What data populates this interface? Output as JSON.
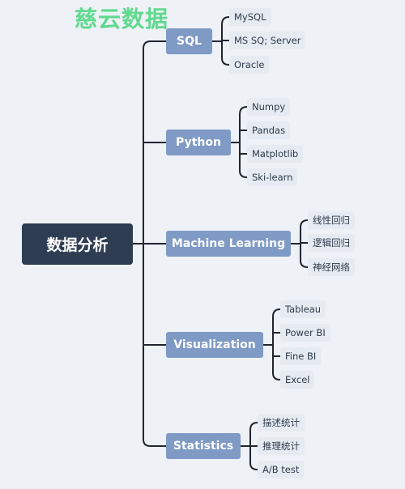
{
  "watermark": "慈云数据",
  "root": {
    "label": "数据分析"
  },
  "branches": [
    {
      "label": "SQL",
      "leaves": [
        "MySQL",
        "MS SQ; Server",
        "Oracle"
      ]
    },
    {
      "label": "Python",
      "leaves": [
        "Numpy",
        "Pandas",
        "Matplotlib",
        "Ski-learn"
      ]
    },
    {
      "label": "Machine Learning",
      "leaves": [
        "线性回归",
        "逻辑回归",
        "神经网络"
      ]
    },
    {
      "label": "Visualization",
      "leaves": [
        "Tableau",
        "Power BI",
        "Fine BI",
        "Excel"
      ]
    },
    {
      "label": "Statistics",
      "leaves": [
        "描述统计",
        "推理统计",
        "A/B test"
      ]
    }
  ],
  "colors": {
    "root": "#2e3d52",
    "branch": "#7f9ac4",
    "leaf": "#e6ebf2",
    "line": "#1f2630",
    "watermark": "#59d88a"
  }
}
